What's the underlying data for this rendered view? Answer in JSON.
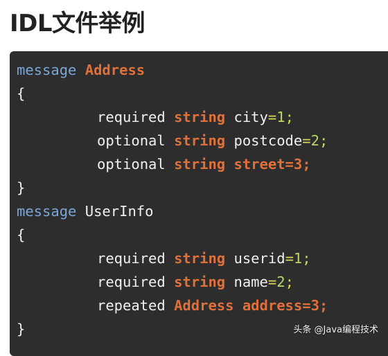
{
  "page": {
    "title": "IDL文件举例"
  },
  "colors": {
    "background": "#ffffff",
    "title_text": "#222222",
    "code_background": "#2d2d2d",
    "keyword_message": "#7aa6d8",
    "type_keyword": "#e0703a",
    "identifier": "#f0f0f0",
    "operator": "#d7d75a",
    "number": "#b8d66b"
  },
  "code": {
    "lines": [
      {
        "indent": false,
        "tokens": [
          {
            "t": "message",
            "c": "kw-message"
          },
          {
            "t": " ",
            "c": "ident"
          },
          {
            "t": "Address",
            "c": "type"
          }
        ]
      },
      {
        "indent": false,
        "tokens": [
          {
            "t": "{",
            "c": "brace"
          }
        ]
      },
      {
        "indent": true,
        "tokens": [
          {
            "t": "required",
            "c": "field-kw"
          },
          {
            "t": " ",
            "c": "ident"
          },
          {
            "t": "string",
            "c": "type"
          },
          {
            "t": " ",
            "c": "ident"
          },
          {
            "t": "city",
            "c": "ident"
          },
          {
            "t": "=",
            "c": "op"
          },
          {
            "t": "1",
            "c": "num"
          },
          {
            "t": ";",
            "c": "punct"
          }
        ]
      },
      {
        "indent": true,
        "tokens": [
          {
            "t": "optional",
            "c": "field-kw"
          },
          {
            "t": " ",
            "c": "ident"
          },
          {
            "t": "string",
            "c": "type"
          },
          {
            "t": " ",
            "c": "ident"
          },
          {
            "t": "postcode",
            "c": "ident"
          },
          {
            "t": "=",
            "c": "op"
          },
          {
            "t": "2",
            "c": "num"
          },
          {
            "t": ";",
            "c": "punct"
          }
        ]
      },
      {
        "indent": true,
        "tokens": [
          {
            "t": "optional",
            "c": "field-kw"
          },
          {
            "t": " ",
            "c": "ident"
          },
          {
            "t": "string",
            "c": "type"
          },
          {
            "t": " ",
            "c": "ident"
          },
          {
            "t": "street=3;",
            "c": "type"
          }
        ]
      },
      {
        "indent": false,
        "tokens": [
          {
            "t": "}",
            "c": "brace"
          }
        ]
      },
      {
        "indent": false,
        "tokens": [
          {
            "t": "message",
            "c": "kw-message"
          },
          {
            "t": " ",
            "c": "ident"
          },
          {
            "t": "UserInfo",
            "c": "ident"
          }
        ]
      },
      {
        "indent": false,
        "tokens": [
          {
            "t": "{",
            "c": "brace"
          }
        ]
      },
      {
        "indent": true,
        "tokens": [
          {
            "t": "required",
            "c": "field-kw"
          },
          {
            "t": " ",
            "c": "ident"
          },
          {
            "t": "string",
            "c": "type"
          },
          {
            "t": " ",
            "c": "ident"
          },
          {
            "t": "userid",
            "c": "ident"
          },
          {
            "t": "=",
            "c": "op"
          },
          {
            "t": "1",
            "c": "num"
          },
          {
            "t": ";",
            "c": "punct"
          }
        ]
      },
      {
        "indent": true,
        "tokens": [
          {
            "t": "required",
            "c": "field-kw"
          },
          {
            "t": " ",
            "c": "ident"
          },
          {
            "t": "string",
            "c": "type"
          },
          {
            "t": " ",
            "c": "ident"
          },
          {
            "t": "name",
            "c": "ident"
          },
          {
            "t": "=",
            "c": "op"
          },
          {
            "t": "2",
            "c": "num"
          },
          {
            "t": ";",
            "c": "punct"
          }
        ]
      },
      {
        "indent": true,
        "tokens": [
          {
            "t": "repeated",
            "c": "field-kw"
          },
          {
            "t": " ",
            "c": "ident"
          },
          {
            "t": "Address",
            "c": "type"
          },
          {
            "t": " ",
            "c": "ident"
          },
          {
            "t": "address=3;",
            "c": "type"
          }
        ]
      },
      {
        "indent": false,
        "tokens": [
          {
            "t": "}",
            "c": "brace"
          }
        ]
      }
    ]
  },
  "watermark": {
    "text": "头条 @Java编程技术"
  }
}
